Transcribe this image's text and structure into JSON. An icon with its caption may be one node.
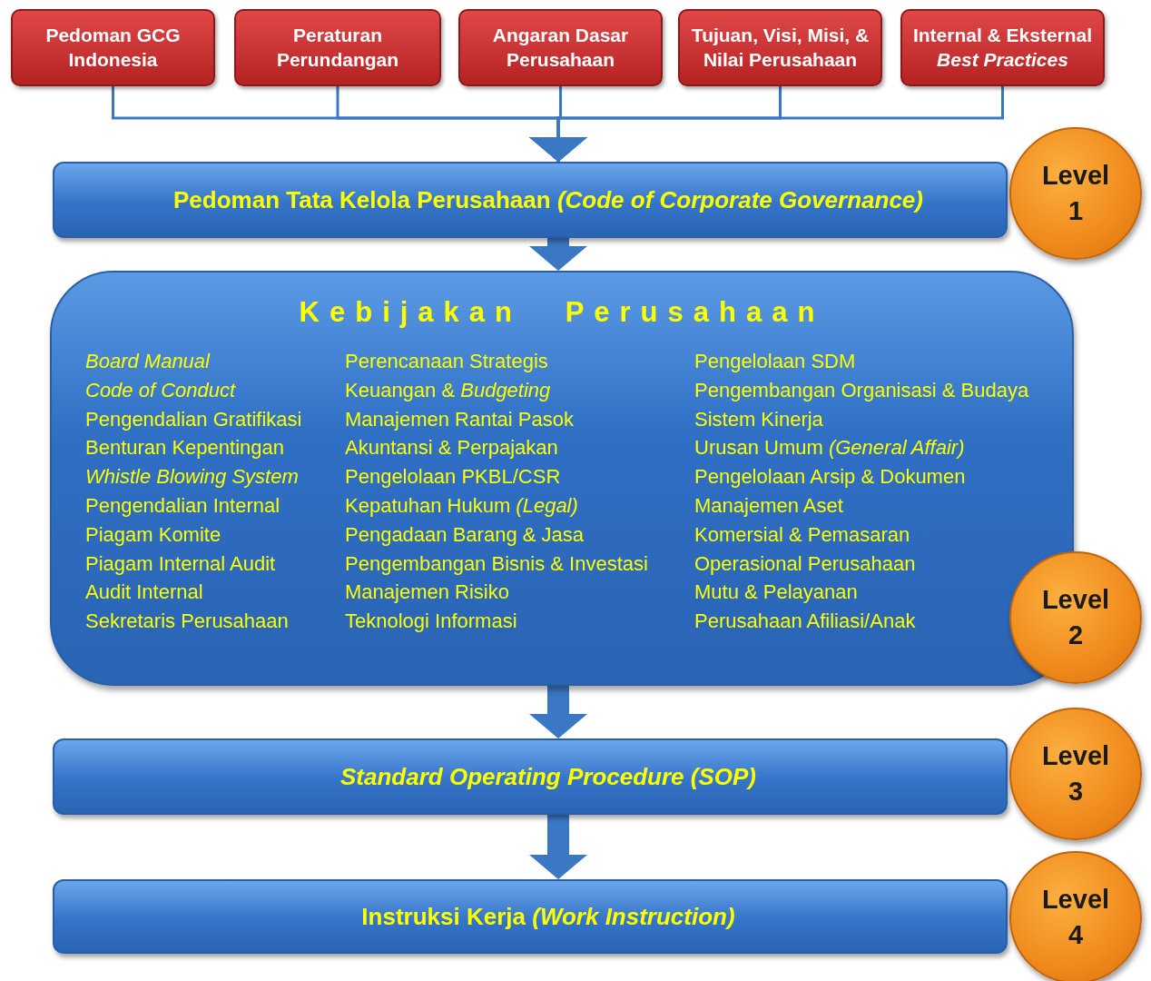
{
  "diagram": {
    "nodes": [
      {
        "text": [
          "Pedoman GCG Indonesia"
        ]
      },
      {
        "text": [
          "Peraturan Perundangan"
        ]
      },
      {
        "text": [
          "Angaran Dasar Perusahaan"
        ]
      },
      {
        "text": [
          "Tujuan, Visi, Misi, & Nilai Perusahaan"
        ]
      },
      {
        "text": [
          "Internal & Eksternal *Best Practices*"
        ]
      },
      {
        "text": [
          "Pedoman Tata Kelola Perusahaan *(Code of Corporate Governance)*"
        ]
      },
      {
        "text": [
          "Level 1"
        ]
      },
      {
        "text": [
          "Kebijakan Perusahaan",
          "*Board Manual*",
          "*Code of Conduct*",
          "Pengendalian Gratifikasi",
          "Benturan Kepentingan",
          "*Whistle Blowing System*",
          "Pengendalian Internal",
          "Piagam Komite",
          "Piagam Internal Audit",
          "Audit Internal",
          "Sekretaris Perusahaan",
          "Perencanaan Strategis",
          "Keuangan & *Budgeting*",
          "Manajemen Rantai Pasok",
          "Akuntansi & Perpajakan",
          "Pengelolaan PKBL/CSR",
          "Kepatuhan Hukum *(Legal)*",
          "Pengadaan Barang & Jasa",
          "Pengembangan Bisnis & Investasi",
          "Manajemen Risiko",
          "Teknologi Informasi",
          "Pengelolaan SDM",
          "Pengembangan Organisasi & Budaya",
          "Sistem Kinerja",
          "Urusan Umum *(General Affair)*",
          "Pengelolaan Arsip & Dokumen",
          "Manajemen Aset",
          "Komersial & Pemasaran",
          "Operasional Perusahaan",
          "Mutu & Pelayanan",
          "Perusahaan Afiliasi/Anak"
        ]
      },
      {
        "text": [
          "Level 2"
        ]
      },
      {
        "text": [
          "Standard Operating Procedure (SOP)"
        ]
      },
      {
        "text": [
          "Level 3"
        ]
      },
      {
        "text": [
          "Instruksi Kerja *(Work Instruction)*"
        ]
      },
      {
        "text": [
          "Level 4"
        ]
      }
    ],
    "edges": [
      {
        "from": 0,
        "to": 5,
        "arrow": "to"
      },
      {
        "from": 1,
        "to": 5,
        "arrow": "to"
      },
      {
        "from": 2,
        "to": 5,
        "arrow": "to"
      },
      {
        "from": 3,
        "to": 5,
        "arrow": "to"
      },
      {
        "from": 4,
        "to": 5,
        "arrow": "to"
      },
      {
        "from": 5,
        "to": 7,
        "arrow": "to",
        "style": "thick"
      },
      {
        "from": 7,
        "to": 9,
        "arrow": "to",
        "style": "thick"
      },
      {
        "from": 9,
        "to": 11,
        "arrow": "to",
        "style": "thick"
      }
    ]
  }
}
